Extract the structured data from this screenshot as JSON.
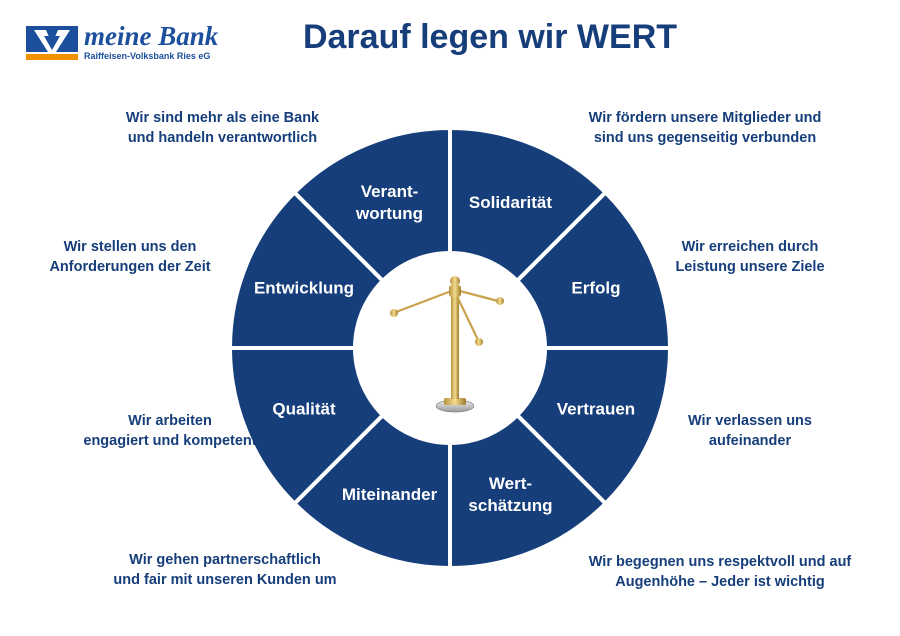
{
  "logo": {
    "name": "meine Bank",
    "subtitle": "Raiffeisen-Volksbank Ries eG",
    "brand_blue": "#1c4f9c",
    "brand_orange": "#f39200"
  },
  "title": "Darauf legen wir WERT",
  "colors": {
    "segment": "#163e7a",
    "text": "#163e7a",
    "divider": "#ffffff"
  },
  "center_icon": "brass-valet-stand-icon",
  "segments": [
    {
      "lines": [
        "Solidarität"
      ],
      "caption": [
        "Wir fördern unsere Mitglieder und",
        "sind uns gegenseitig verbunden"
      ]
    },
    {
      "lines": [
        "Erfolg"
      ],
      "caption": [
        "Wir erreichen durch",
        "Leistung unsere Ziele"
      ]
    },
    {
      "lines": [
        "Vertrauen"
      ],
      "caption": [
        "Wir verlassen uns",
        "aufeinander"
      ]
    },
    {
      "lines": [
        "Wert-",
        "schätzung"
      ],
      "caption": [
        "Wir begegnen uns respektvoll und auf",
        "Augenhöhe – Jeder ist wichtig"
      ]
    },
    {
      "lines": [
        "Miteinander"
      ],
      "caption": [
        "Wir gehen partnerschaftlich",
        "und fair mit unseren Kunden um"
      ]
    },
    {
      "lines": [
        "Qualität"
      ],
      "caption": [
        "Wir arbeiten",
        "engagiert und kompetent"
      ]
    },
    {
      "lines": [
        "Entwicklung"
      ],
      "caption": [
        "Wir stellen uns den",
        "Anforderungen der Zeit"
      ]
    },
    {
      "lines": [
        "Verant-",
        "wortung"
      ],
      "caption": [
        "Wir sind mehr als eine Bank",
        "und handeln verantwortlich"
      ]
    }
  ]
}
